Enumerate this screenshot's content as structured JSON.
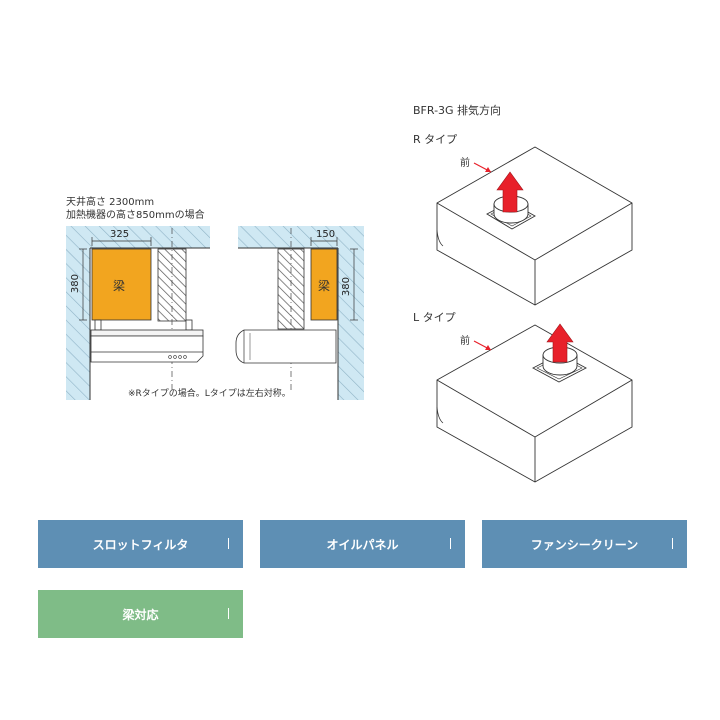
{
  "left_diagram": {
    "caption_line1": "天井高さ 2300mm",
    "caption_line2": "加熱機器の高さ850mmの場合",
    "dim_width_left": "325",
    "dim_height_left": "380",
    "beam_label_left": "梁",
    "dim_width_right": "150",
    "dim_height_right": "380",
    "beam_label_right": "梁",
    "note": "※Rタイプの場合。Lタイプは左右対称。"
  },
  "right_diagram": {
    "title": "BFR-3G 排気方向",
    "r_type_label": "R タイプ",
    "r_front_label": "前",
    "l_type_label": "L タイプ",
    "l_front_label": "前"
  },
  "buttons": [
    {
      "label": "スロットフィルタ"
    },
    {
      "label": "オイルパネル"
    },
    {
      "label": "ファンシークリーン"
    },
    {
      "label": "梁対応"
    }
  ],
  "colors": {
    "button_blue": "#5e8fb4",
    "button_green": "#7fbc87",
    "beam": "#f2a51f",
    "wall_hatch": "#bfe0ef",
    "arrow": "#e8202a"
  }
}
